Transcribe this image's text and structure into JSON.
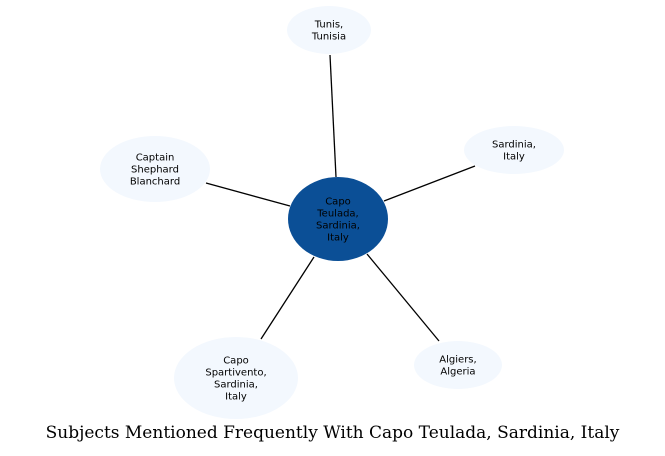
{
  "title": "Subjects Mentioned Frequently With Capo Teulada, Sardinia, Italy",
  "colors": {
    "center_fill": "#0b4f96",
    "node_fill": "#f3f8fe",
    "edge": "#000000"
  },
  "center": {
    "lines": [
      "Capo",
      "Teulada,",
      "Sardinia,",
      "Italy"
    ]
  },
  "nodes": [
    {
      "id": "tunis",
      "lines": [
        "Tunis,",
        "Tunisia"
      ]
    },
    {
      "id": "sardinia",
      "lines": [
        "Sardinia,",
        "Italy"
      ]
    },
    {
      "id": "captain",
      "lines": [
        "Captain",
        "Shephard",
        "Blanchard"
      ]
    },
    {
      "id": "spartivento",
      "lines": [
        "Capo",
        "Spartivento,",
        "Sardinia,",
        "Italy"
      ]
    },
    {
      "id": "algiers",
      "lines": [
        "Algiers,",
        "Algeria"
      ]
    }
  ]
}
